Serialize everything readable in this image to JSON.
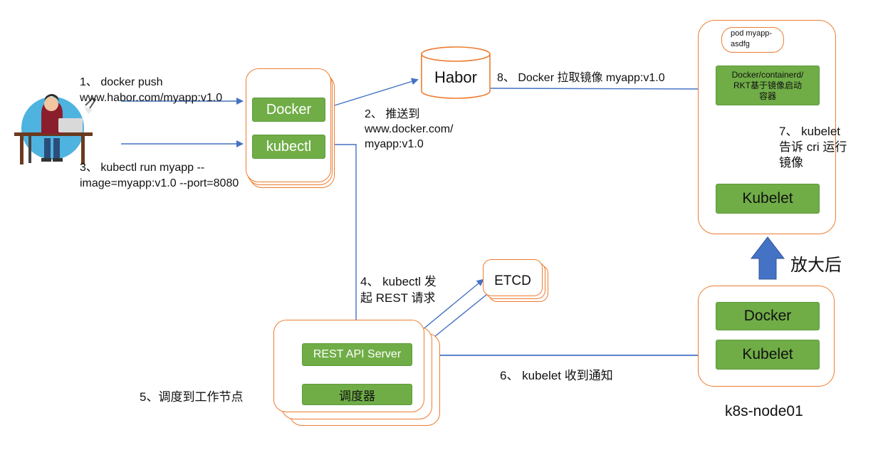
{
  "steps": {
    "s1_line1": "1、 docker push",
    "s1_line2": "www.habor.com/myapp:v1.0",
    "s2": "2、 推送到\nwww.docker.com/\nmyapp:v1.0",
    "s3_line1": "3、 kubectl run myapp --",
    "s3_line2": "image=myapp:v1.0 --port=8080",
    "s4": "4、 kubectl 发\n起 REST 请求",
    "s5": "5、调度到工作节点",
    "s6": "6、 kubelet 收到通知",
    "s7": "7、 kubelet\n告诉 cri 运行\n镜像",
    "s8": "8、 Docker 拉取镜像 myapp:v1.0"
  },
  "client": {
    "docker": "Docker",
    "kubectl": "kubectl"
  },
  "registry": {
    "name": "Habor"
  },
  "etcd": {
    "name": "ETCD"
  },
  "master": {
    "api_server": "REST API Server",
    "scheduler": "调度器"
  },
  "node": {
    "docker": "Docker",
    "kubelet": "Kubelet",
    "name": "k8s-node01"
  },
  "zoom": {
    "label": "放大后",
    "pod": "pod myapp-\nasdfg",
    "runtime": "Docker/containerd/\nRKT基于镜像启动\n容器",
    "kubelet": "Kubelet"
  },
  "colors": {
    "green": "#70ad47",
    "orange": "#ed7d31",
    "blue": "#4472c4"
  }
}
